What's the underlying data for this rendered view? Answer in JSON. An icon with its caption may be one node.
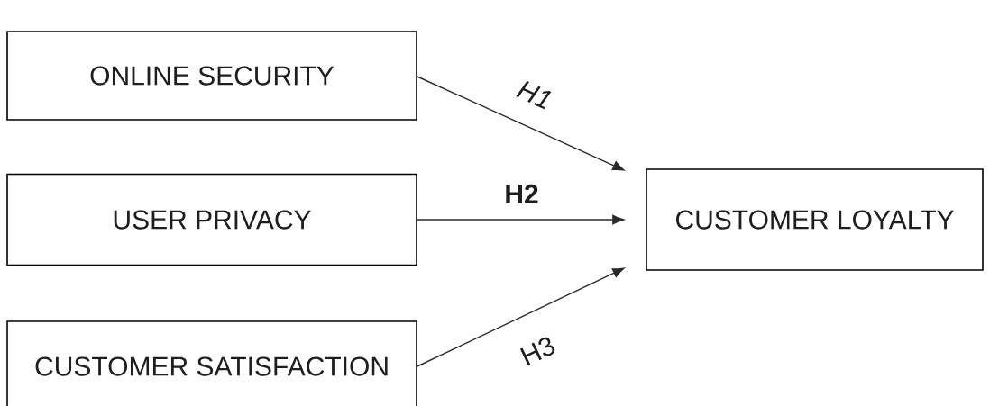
{
  "diagram": {
    "nodes": [
      {
        "text": [
          "ONLINE SECURITY"
        ]
      },
      {
        "text": [
          "USER PRIVACY"
        ]
      },
      {
        "text": [
          "CUSTOMER SATISFACTION"
        ]
      },
      {
        "text": [
          "CUSTOMER LOYALTY"
        ]
      }
    ],
    "edges": [
      {
        "from": 0,
        "to": 3,
        "arrow": "to",
        "label": "H1"
      },
      {
        "from": 1,
        "to": 3,
        "arrow": "to",
        "label": "H2"
      },
      {
        "from": 2,
        "to": 3,
        "arrow": "to",
        "label": "H3"
      }
    ]
  }
}
